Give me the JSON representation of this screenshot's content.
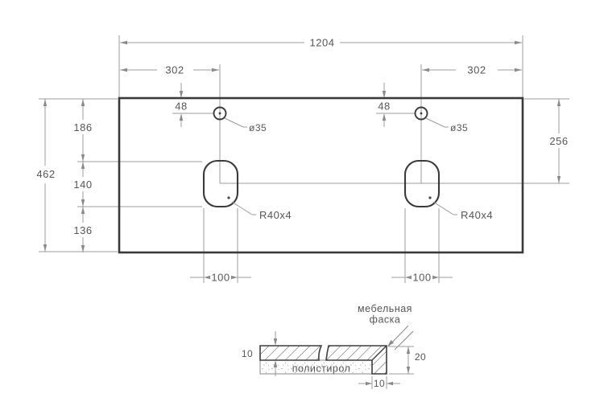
{
  "colors": {
    "outline": "#3a3a3a",
    "thin": "#9c9c9c",
    "text": "#565656"
  },
  "top_view": {
    "width_total": "1204",
    "left_offset": "302",
    "right_offset": "302",
    "faucet_depth_left": "48",
    "faucet_depth_right": "48",
    "faucet_dia_left": "ø35",
    "faucet_dia_right": "ø35",
    "depth_total": "462",
    "front_segment": "186",
    "cutout_depth": "140",
    "back_segment": "136",
    "right_center_depth": "256",
    "cutout_corner_left": "R40x4",
    "cutout_corner_right": "R40x4",
    "cutout_width_left": "100",
    "cutout_width_right": "100"
  },
  "section": {
    "chamfer_label_line1": "мебельная",
    "chamfer_label_line2": "фаска",
    "material_label": "полистирол",
    "top_thickness": "10",
    "edge_height": "20",
    "edge_width": "10"
  }
}
